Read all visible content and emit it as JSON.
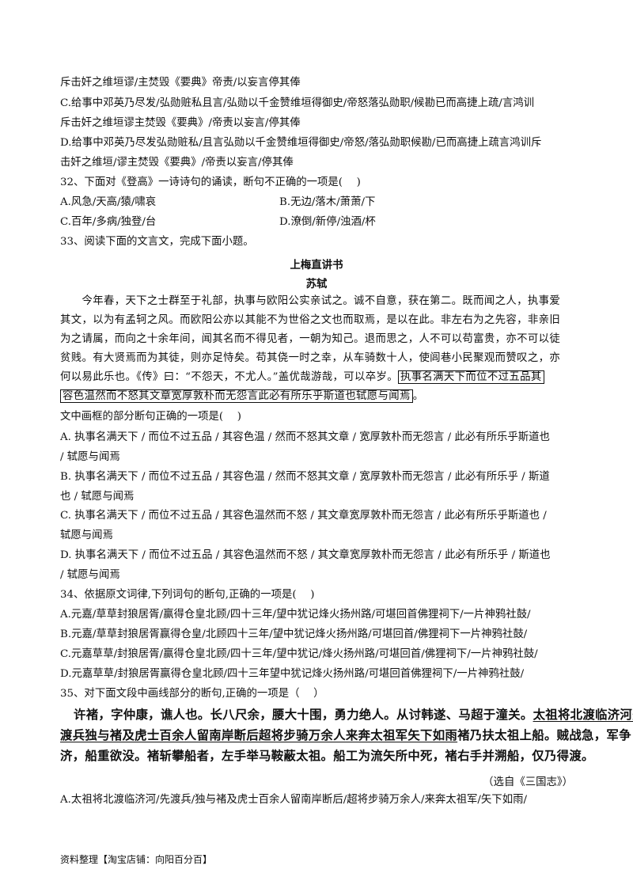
{
  "q31_tail": {
    "line_b2": "斥击奸之维垣谬/主焚毁《要典》帝责/以妄言停其俸",
    "c1": "C.给事中邓英乃尽发/弘勋赃私且言/弘勋以千金赞维垣得御史/帝怒落弘勋职/候勘已而高捷上疏/言鸿训",
    "c2": "斥击奸之维垣谬主焚毁《要典》/帝责以妄言/停其俸",
    "d1": "D.给事中邓英乃尽发弘勋赃私/且言弘勋以千金赞维垣得御史/帝怒/落弘勋职候勘/已而高捷上疏言鸿训斥",
    "d2": "击奸之维垣/谬主焚毁《要典》/帝责以妄言/停其俸"
  },
  "q32": {
    "stem": "32、下面对《登高》一诗诗句的诵读，断句不正确的一项是(　 )",
    "a": "A.风急/天高/猿/啸哀",
    "b": "B.无边/落木/萧萧/下",
    "c": "C.百年/多病/独登/台",
    "d": "D.潦倒/新停/浊酒/杯"
  },
  "q33": {
    "stem": "33、阅读下面的文言文，完成下面小题。",
    "title": "上梅直讲书",
    "author": "苏轼",
    "p1": "　　今年春，天下之士群至于礼部，执事与欧阳公实亲试之。诚不自意，获在第二。既而闻之人，执事爱",
    "p2": "其文，以为有孟轲之风。而欧阳公亦以其能不为世俗之文也而取焉，是以在此。非左右为之先容，非亲旧",
    "p3": "为之请属，而向之十余年间，闻其名而不得见者，一朝为知己。退而思之，人不可以苟富贵，亦不可以徒",
    "p4": "贫贱。有大贤焉而为其徒，则亦足恃矣。苟其侥一时之幸，从车骑数十人，使闾巷小民聚观而赞叹之，亦",
    "p5": "何以易此乐也。《传》曰：“不怨天，不尤人。”盖优哉游哉，可以卒岁。",
    "boxed1": "执事名满天下而位不过五品其",
    "boxed2": "容色温然而不怒其文章宽厚敦朴而无怨言此必有所乐乎斯道也轼愿与闻焉",
    "p6_end": "。",
    "question": "文中画框的部分断句正确的一项是(　 )",
    "a1": "A. 执事名满天下 / 而位不过五品 / 其容色温 / 然而不怒其文章 / 宽厚敦朴而无怨言 / 此必有所乐乎斯道也",
    "a2": "/ 轼愿与闻焉",
    "b1": "B. 执事名满天下 / 而位不过五品 / 其容色温 / 然而不怒其文章 / 宽厚敦朴而无怨言 / 此必有所乐乎 / 斯道",
    "b2": "也 / 轼愿与闻焉",
    "c1": "C. 执事名满天下 / 而位不过五品 / 其容色温然而不怒 / 其文章宽厚敦朴而无怨言 / 此必有所乐乎斯道也 /",
    "c2": "轼愿与闻焉",
    "d1": "D. 执事名满天下 / 而位不过五品 / 其容色温然而不怒 / 其文章宽厚敦朴而无怨言 / 此必有所乐乎 / 斯道也",
    "d2": "/ 轼愿与闻焉"
  },
  "q34": {
    "stem": "34、依据原文词律,下列词句的断句,正确的一项是(　 )",
    "a": "A.元嘉/草草封狼居胥/赢得仓皇北顾/四十三年/望中犹记烽火扬州路/可堪回首佛狸祠下/一片神鸦社鼓/",
    "b": "B.元嘉/草草封狼居胥赢得仓皇/北顾四十三年/望中犹记烽火扬州路/可堪回首/佛狸祠下一片神鸦社鼓/",
    "c": "C.元嘉草草/封狼居胥/赢得仓皇北顾/四十三年/望中犹记/烽火扬州路/可堪回首/佛狸祠下/一片神鸦社鼓/",
    "d": "D.元嘉草草/封狼居胥赢得仓皇北顾/四十三年望中犹记烽火扬州路/可堪回首佛狸祠下/一片神鸦社鼓/"
  },
  "q35": {
    "stem": "35、对下面文段中画线部分的断句,正确的一项是（　 ）",
    "l1_plain": "许褚，字仲康，谯人也。长八尺余，腰大十围，勇力绝人。从讨韩遂、马超于潼关。",
    "l1_ul": "太祖将北渡临济河先",
    "l2_ul": "渡兵独与褚及虎士百余人留南岸断后超将步骑万余人来奔太祖军矢下如雨",
    "l2_plain": "褚乃扶太祖上船。贼战急，军争",
    "l3": "济，船重欲没。褚斩攀船者，左手举马鞍蔽太祖。船工为流矢所中死，褚右手并溯船，仅乃得渡。",
    "source": "（选自《三国志》）",
    "a": "A.太祖将北渡临济河/先渡兵/独与褚及虎士百余人留南岸断后/超将步骑万余人/来奔太祖军/矢下如雨/"
  },
  "footer": "资料整理【淘宝店铺：向阳百分百】"
}
